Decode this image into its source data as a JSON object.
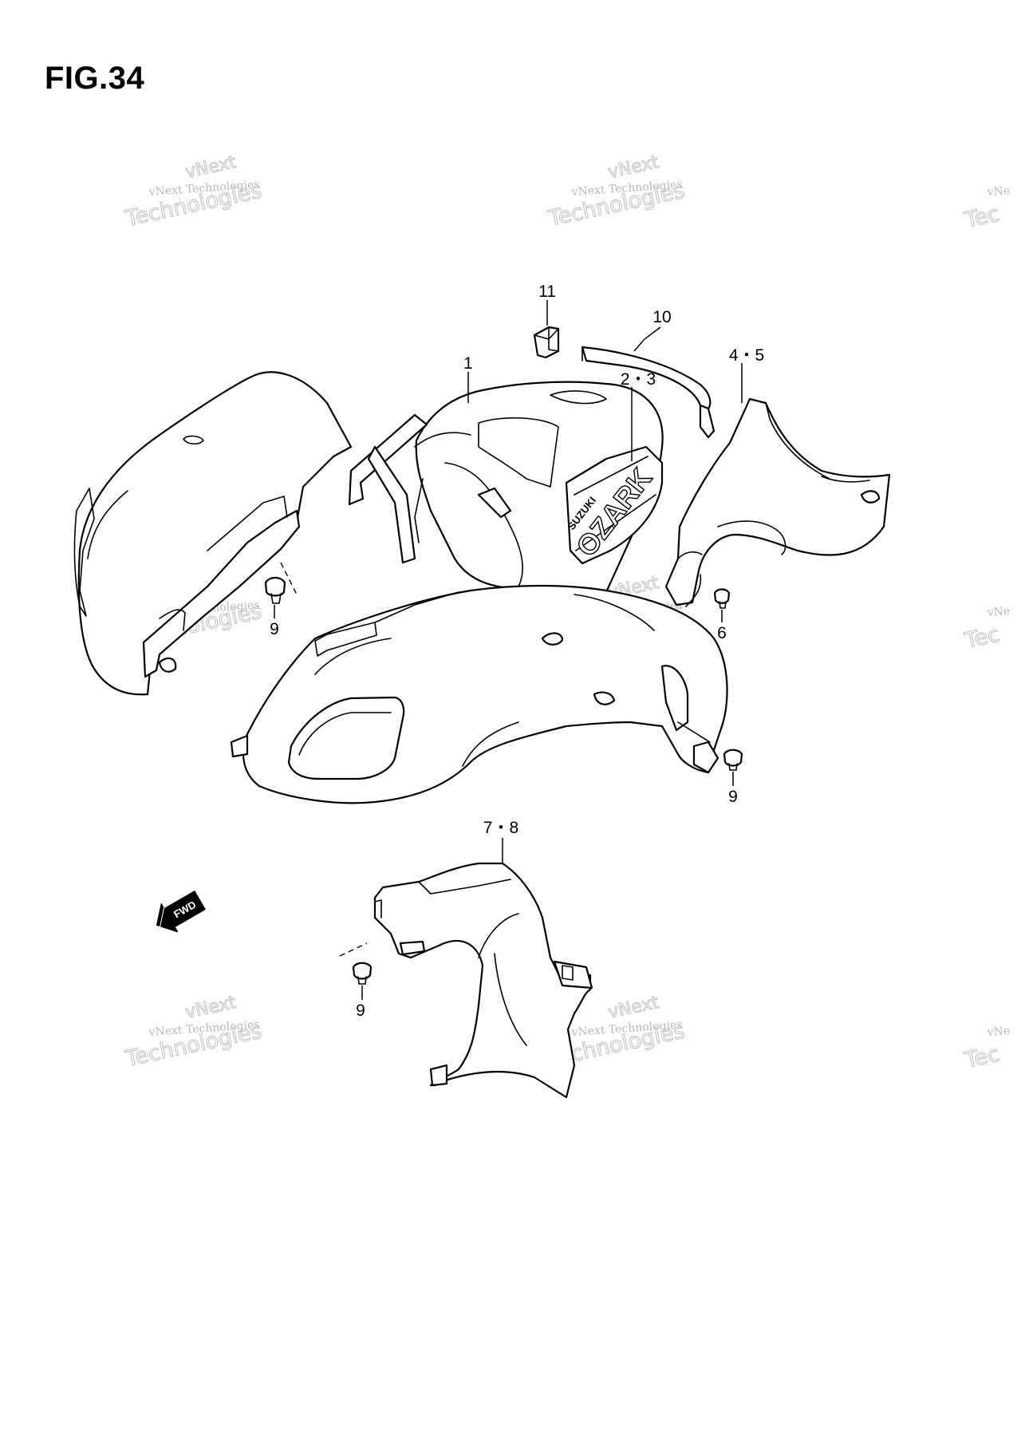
{
  "figure": {
    "title": "FIG.34"
  },
  "watermark": {
    "line1": "vNext",
    "line2": "vNext Technologies",
    "line3": "Technologies",
    "edge_line1": "vNe",
    "edge_line2": "Tec",
    "color": "#b8b8b8"
  },
  "fwd_indicator": {
    "label": "FWD"
  },
  "callouts": [
    {
      "id": "c-11",
      "label": "11"
    },
    {
      "id": "c-10",
      "label": "10"
    },
    {
      "id": "c-1",
      "label": "1"
    },
    {
      "id": "c-23",
      "label": "2・3"
    },
    {
      "id": "c-45",
      "label": "4・5"
    },
    {
      "id": "c-9a",
      "label": "9"
    },
    {
      "id": "c-6",
      "label": "6"
    },
    {
      "id": "c-9b",
      "label": "9"
    },
    {
      "id": "c-78",
      "label": "7・8"
    },
    {
      "id": "c-9c",
      "label": "9"
    }
  ],
  "emblem": {
    "brand": "SUZUKI",
    "model": "OZARK"
  }
}
